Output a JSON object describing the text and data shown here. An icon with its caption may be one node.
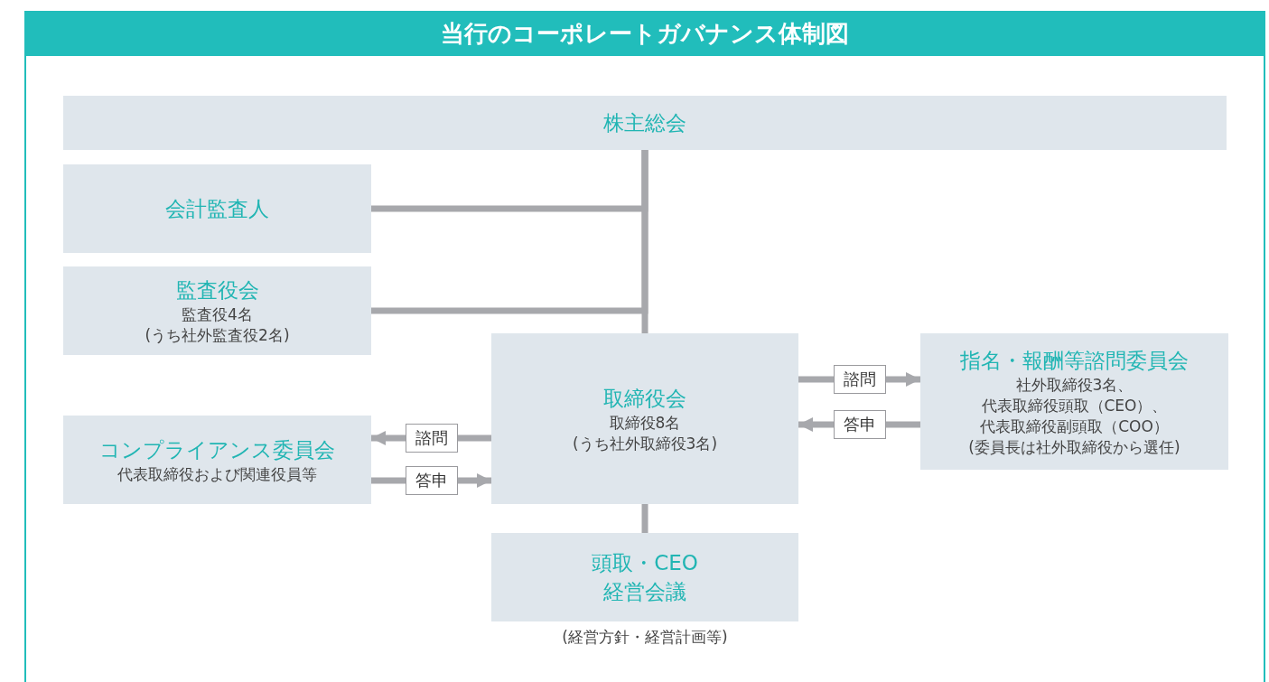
{
  "diagram": {
    "title": "当行のコーポレートガバナンス体制図",
    "nodes": [
      {
        "text": [
          "株主総会"
        ]
      },
      {
        "text": [
          "会計監査人"
        ]
      },
      {
        "text": [
          "監査役会",
          "監査役4名",
          "(うち社外監査役2名)"
        ]
      },
      {
        "text": [
          "取締役会",
          "取締役8名",
          "(うち社外取締役3名)"
        ]
      },
      {
        "text": [
          "指名・報酬等諮問委員会",
          "社外取締役3名、",
          "代表取締役頭取（CEO）、",
          "代表取締役副頭取（COO）",
          "(委員長は社外取締役から選任)"
        ]
      },
      {
        "text": [
          "コンプライアンス委員会",
          "代表取締役および関連役員等"
        ]
      },
      {
        "text": [
          "頭取・CEO",
          "経営会議"
        ],
        "beside": [
          "(経営方針・経営計画等)"
        ]
      }
    ],
    "edges": [
      {
        "from": 0,
        "to": 3,
        "arrow": "none"
      },
      {
        "from": 1,
        "to": 0,
        "arrow": "none"
      },
      {
        "from": 2,
        "to": 0,
        "arrow": "none"
      },
      {
        "from": 3,
        "to": 4,
        "arrow": "to",
        "label": "諮問"
      },
      {
        "from": 4,
        "to": 3,
        "arrow": "to",
        "label": "答申"
      },
      {
        "from": 3,
        "to": 5,
        "arrow": "to",
        "label": "諮問"
      },
      {
        "from": 5,
        "to": 3,
        "arrow": "to",
        "label": "答申"
      },
      {
        "from": 3,
        "to": 6,
        "arrow": "none"
      }
    ]
  }
}
